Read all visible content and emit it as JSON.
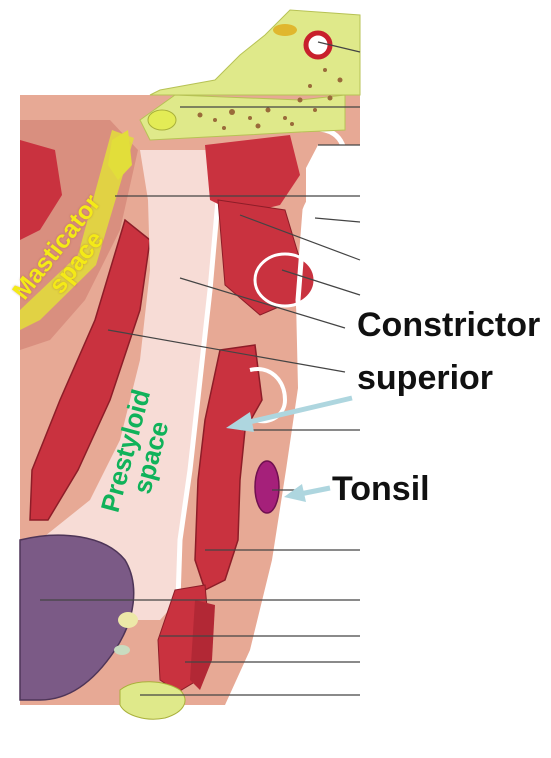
{
  "labels": {
    "constrictor_line1": "Constrictor",
    "constrictor_line2": "superior",
    "tonsil": "Tonsil"
  },
  "spaces": {
    "masticator_line1": "Masticator",
    "masticator_line2": "space",
    "prestyloid_line1": "Prestyloid",
    "prestyloid_line2": "space"
  },
  "colors": {
    "bone": "#dfe98a",
    "muscle": "#c9323f",
    "space": "#f7dcd6",
    "fascia": "#e9a08f",
    "tonsil": "#a5207a",
    "gland": "#7b5a86",
    "arrow": "#aed6df",
    "masticator_text": "#f4ea17",
    "prestyloid_text": "#10b25a"
  }
}
